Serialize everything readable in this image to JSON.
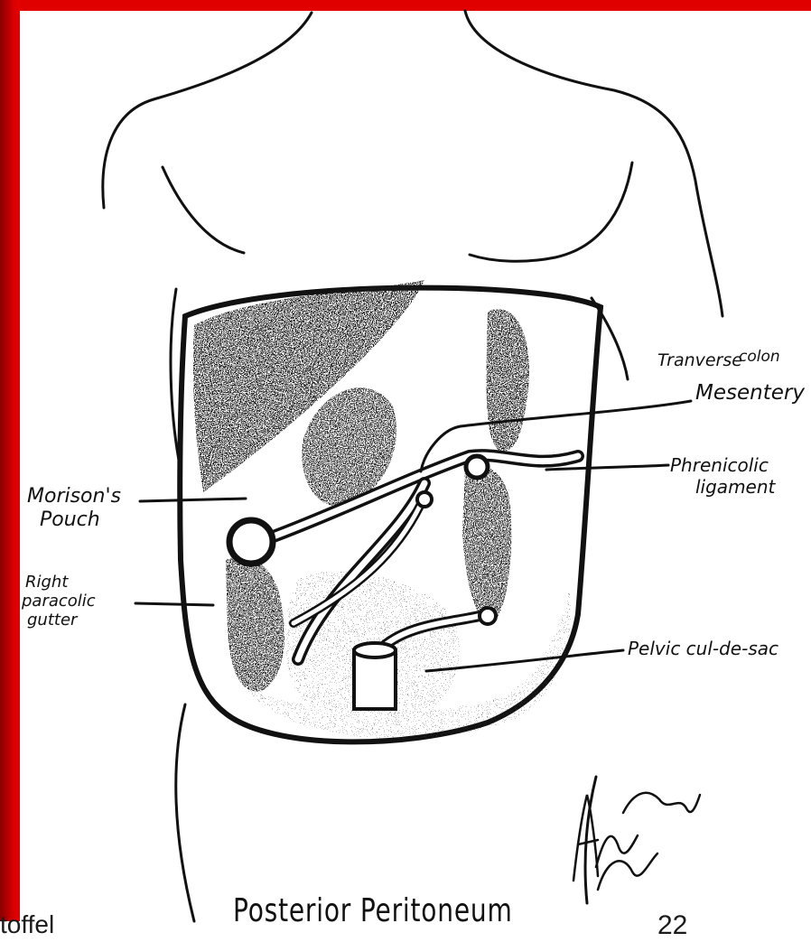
{
  "labels": {
    "transverse": "Tranverse",
    "colon": "colon",
    "mesentery": "Mesentery",
    "phrenicolic_1": "Phrenicolic",
    "phrenicolic_2": "ligament",
    "morison_1": "Morison's",
    "morison_2": "Pouch",
    "paracolic_1": "Right",
    "paracolic_2": "paracolic",
    "paracolic_3": "gutter",
    "pelvic": "Pelvic cul-de-sac"
  },
  "caption": "Posterior Peritoneum",
  "footer": {
    "author_fragment": "toffel",
    "page_number": "22"
  },
  "colors": {
    "frame_red": "#e00000",
    "ink": "#111111"
  }
}
